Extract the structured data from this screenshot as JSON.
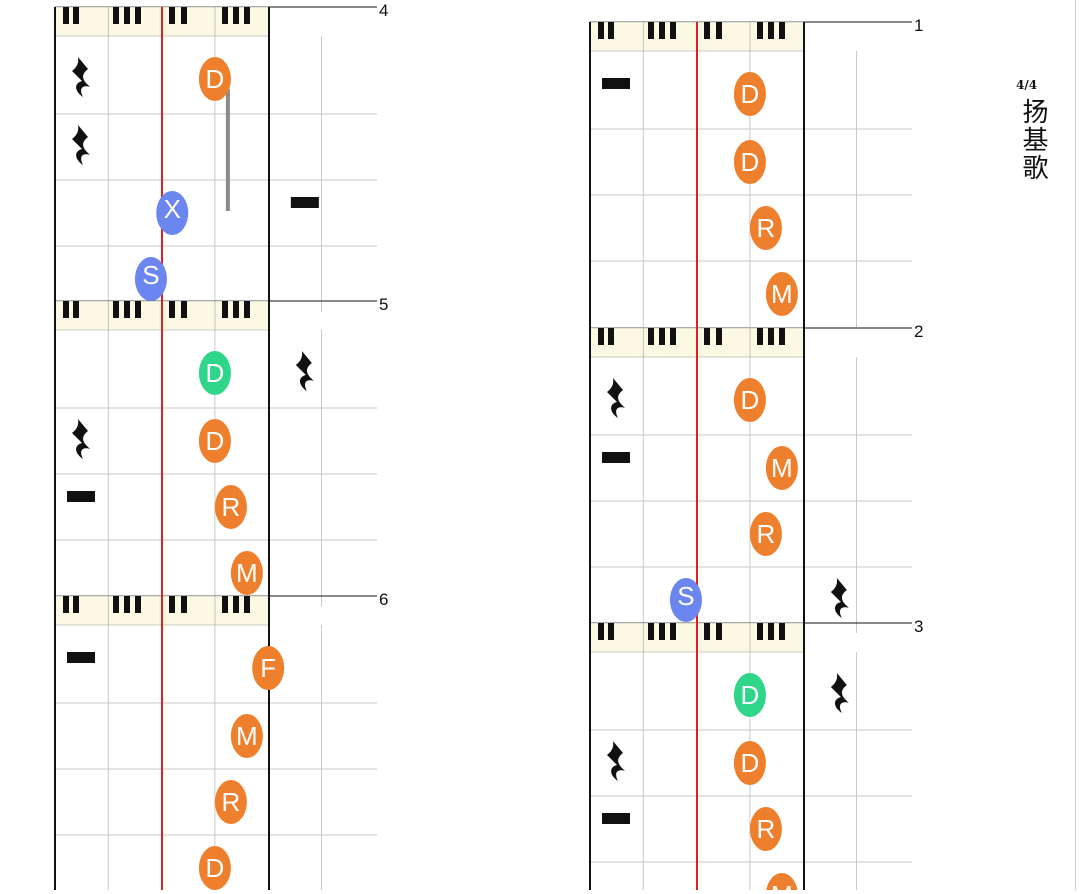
{
  "song": {
    "title": "扬基歌",
    "time_signature": "4/4"
  },
  "colors": {
    "orange": "#ee7f2d",
    "green": "#2fd68a",
    "blue": "#6b86ee",
    "playhead": "#e02020",
    "grid": "#c9c9c9",
    "keyboard_bg": "#fbf9e4"
  },
  "icons": [
    "rest-quarter-icon",
    "rest-half-icon"
  ],
  "measures": [
    {
      "number": "1",
      "rows": [
        {
          "notes": [
            {
              "label": "D",
              "color": "orange",
              "pos": 3
            }
          ],
          "rests": [
            {
              "type": "half",
              "pos": 0
            }
          ]
        },
        {
          "notes": [
            {
              "label": "D",
              "color": "orange",
              "pos": 3
            }
          ],
          "rests": []
        },
        {
          "notes": [
            {
              "label": "R",
              "color": "orange",
              "pos": 3.3
            }
          ],
          "rests": []
        },
        {
          "notes": [
            {
              "label": "M",
              "color": "orange",
              "pos": 3.6
            }
          ],
          "rests": []
        }
      ]
    },
    {
      "number": "2",
      "rows": [
        {
          "notes": [
            {
              "label": "D",
              "color": "orange",
              "pos": 3
            }
          ],
          "rests": [
            {
              "type": "quarter",
              "pos": 0
            }
          ]
        },
        {
          "notes": [
            {
              "label": "M",
              "color": "orange",
              "pos": 3.6
            }
          ],
          "rests": [
            {
              "type": "half",
              "pos": 0
            }
          ]
        },
        {
          "notes": [
            {
              "label": "R",
              "color": "orange",
              "pos": 3.3
            }
          ],
          "rests": []
        },
        {
          "notes": [
            {
              "label": "S",
              "color": "blue",
              "pos": 1.8,
              "dot": true
            }
          ],
          "rests": [
            {
              "type": "quarter",
              "pos": 4.2
            }
          ]
        }
      ]
    },
    {
      "number": "3",
      "rows": [
        {
          "notes": [
            {
              "label": "D",
              "color": "green",
              "pos": 3
            }
          ],
          "rests": [
            {
              "type": "quarter",
              "pos": 4.2
            }
          ]
        },
        {
          "notes": [
            {
              "label": "D",
              "color": "orange",
              "pos": 3
            }
          ],
          "rests": [
            {
              "type": "quarter",
              "pos": 0
            }
          ]
        },
        {
          "notes": [
            {
              "label": "R",
              "color": "orange",
              "pos": 3.3
            }
          ],
          "rests": [
            {
              "type": "half",
              "pos": 0
            }
          ]
        },
        {
          "notes": [
            {
              "label": "M",
              "color": "orange",
              "pos": 3.6
            }
          ],
          "rests": []
        }
      ]
    },
    {
      "number": "4",
      "rows": [
        {
          "notes": [
            {
              "label": "D",
              "color": "orange",
              "pos": 3
            }
          ],
          "rests": [
            {
              "type": "quarter",
              "pos": 0
            }
          ]
        },
        {
          "notes": [],
          "rests": [
            {
              "type": "quarter",
              "pos": 0
            }
          ]
        },
        {
          "notes": [
            {
              "label": "X",
              "color": "blue",
              "pos": 2.2,
              "dot": true
            }
          ],
          "rests": [
            {
              "type": "half",
              "pos": 4.2
            }
          ]
        },
        {
          "notes": [
            {
              "label": "S",
              "color": "blue",
              "pos": 1.8,
              "dot": true
            }
          ],
          "rests": []
        }
      ],
      "sustain": {
        "pos": 3,
        "from_row": 0,
        "to_row": 2
      }
    },
    {
      "number": "5",
      "rows": [
        {
          "notes": [
            {
              "label": "D",
              "color": "green",
              "pos": 3
            }
          ],
          "rests": [
            {
              "type": "quarter",
              "pos": 4.2
            }
          ]
        },
        {
          "notes": [
            {
              "label": "D",
              "color": "orange",
              "pos": 3
            }
          ],
          "rests": [
            {
              "type": "quarter",
              "pos": 0
            }
          ]
        },
        {
          "notes": [
            {
              "label": "R",
              "color": "orange",
              "pos": 3.3
            }
          ],
          "rests": [
            {
              "type": "half",
              "pos": 0
            }
          ]
        },
        {
          "notes": [
            {
              "label": "M",
              "color": "orange",
              "pos": 3.6
            }
          ],
          "rests": []
        }
      ]
    },
    {
      "number": "6",
      "rows": [
        {
          "notes": [
            {
              "label": "F",
              "color": "orange",
              "pos": 4
            }
          ],
          "rests": [
            {
              "type": "half",
              "pos": 0
            }
          ]
        },
        {
          "notes": [
            {
              "label": "M",
              "color": "orange",
              "pos": 3.6
            }
          ],
          "rests": []
        },
        {
          "notes": [
            {
              "label": "R",
              "color": "orange",
              "pos": 3.3
            }
          ],
          "rests": []
        },
        {
          "notes": [
            {
              "label": "D",
              "color": "orange",
              "pos": 3
            }
          ],
          "rests": []
        }
      ]
    }
  ]
}
